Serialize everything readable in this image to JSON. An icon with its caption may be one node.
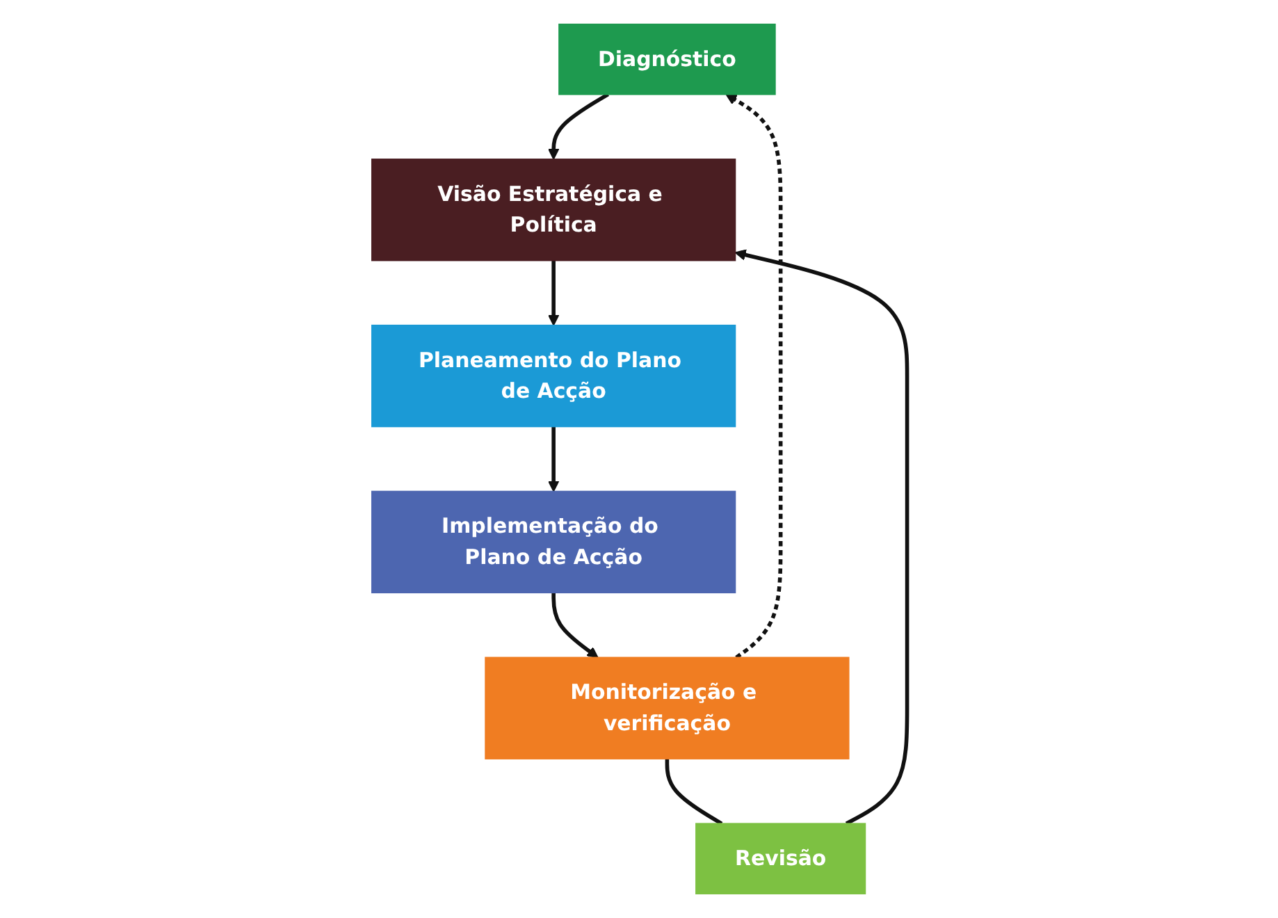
{
  "diagram": {
    "nodes": [
      {
        "text": [
          "Diagnóstico"
        ]
      },
      {
        "text": [
          "Visão Estratégica e Política"
        ]
      },
      {
        "text": [
          "Revisão"
        ]
      },
      {
        "text": [
          "Monitorização e verificação"
        ]
      },
      {
        "text": [
          "Planeamento do Plano de Acção"
        ]
      },
      {
        "text": [
          "Implementação do Plano de Acção"
        ]
      }
    ],
    "edges": [
      {
        "from": 0,
        "to": 1,
        "arrow": "to"
      },
      {
        "from": 1,
        "to": 4,
        "arrow": "to"
      },
      {
        "from": 4,
        "to": 5,
        "arrow": "to"
      },
      {
        "from": 5,
        "to": 3,
        "arrow": "to"
      },
      {
        "from": 3,
        "to": 2,
        "arrow": "none"
      },
      {
        "from": 2,
        "to": 1,
        "arrow": "to"
      },
      {
        "from": 3,
        "to": 0,
        "arrow": "to",
        "style": "dashed"
      }
    ]
  }
}
